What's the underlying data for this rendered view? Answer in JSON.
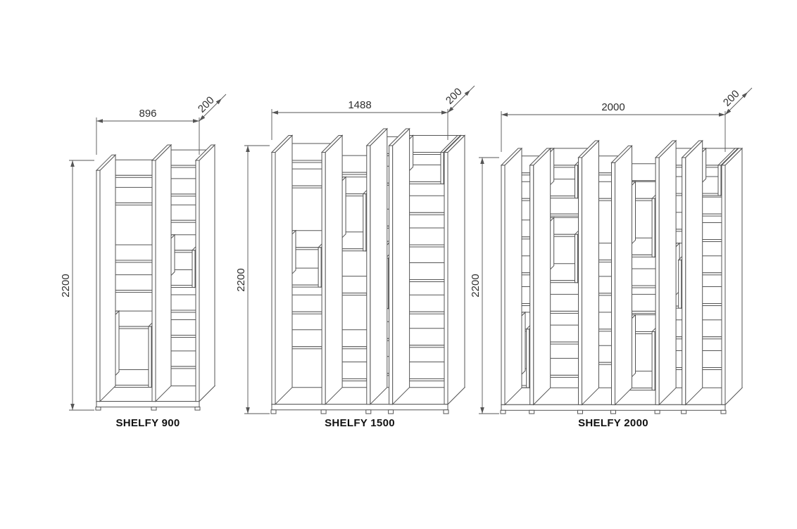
{
  "palette": {
    "line_color": "#555555",
    "text_color": "#2e2e2e",
    "background": "#ffffff"
  },
  "units": [
    {
      "name": "SHELFY 900",
      "width_label": "896",
      "depth_label": "200",
      "height_label": "2200"
    },
    {
      "name": "SHELFY 1500",
      "width_label": "1488",
      "depth_label": "200",
      "height_label": "2200"
    },
    {
      "name": "SHELFY 2000",
      "width_label": "2000",
      "depth_label": "200",
      "height_label": "2200"
    }
  ]
}
